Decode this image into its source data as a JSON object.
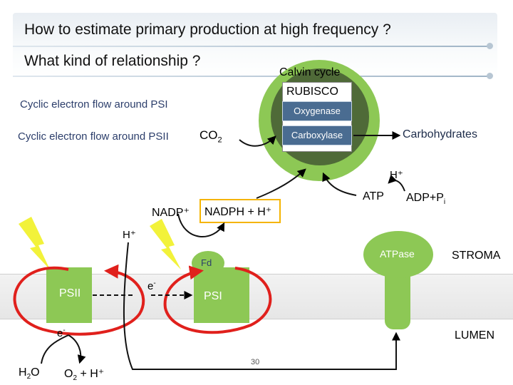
{
  "title": "How to estimate primary production at high frequency ?",
  "subtitle": "What kind of relationship ?",
  "calvin": {
    "label": "Calvin cycle",
    "rubisco": "RUBISCO",
    "oxygenase": "Oxygenase",
    "carboxylase": "Carboxylase"
  },
  "left_labels": {
    "psi_cyclic": "Cyclic electron flow around PSI",
    "psii_cyclic": "Cyclic electron flow around PSII"
  },
  "labels": {
    "co2": "CO",
    "co2_sub": "2",
    "carbohydrates": "Carbohydrates",
    "h_plus_top": "H⁺",
    "atp": "ATP",
    "adp": "ADP+P",
    "adp_sub": "i",
    "nadp": "NADP⁺",
    "nadph": "NADPH + H⁺",
    "h_plus_left": "H⁺",
    "fd": "Fd",
    "atpase": "ATPase",
    "stroma": "STROMA",
    "psii": "PSII",
    "psi": "PSI",
    "e_minus_top": "e",
    "e_minus_bottom": "e",
    "minus": "-",
    "lumen": "LUMEN",
    "h2o_h": "H",
    "h2o_sub": "2",
    "h2o_o": "O",
    "o2": "O",
    "o2_sub": "2",
    "o2_rest": " + H⁺",
    "page_number": "30"
  },
  "colors": {
    "green": "#8dc855",
    "dark_green": "#4f6a38",
    "enzyme_blue": "#4a6c91",
    "red_cycle": "#e0201c",
    "nadph_border": "#f5b400",
    "lightning": "#f2f23a"
  }
}
